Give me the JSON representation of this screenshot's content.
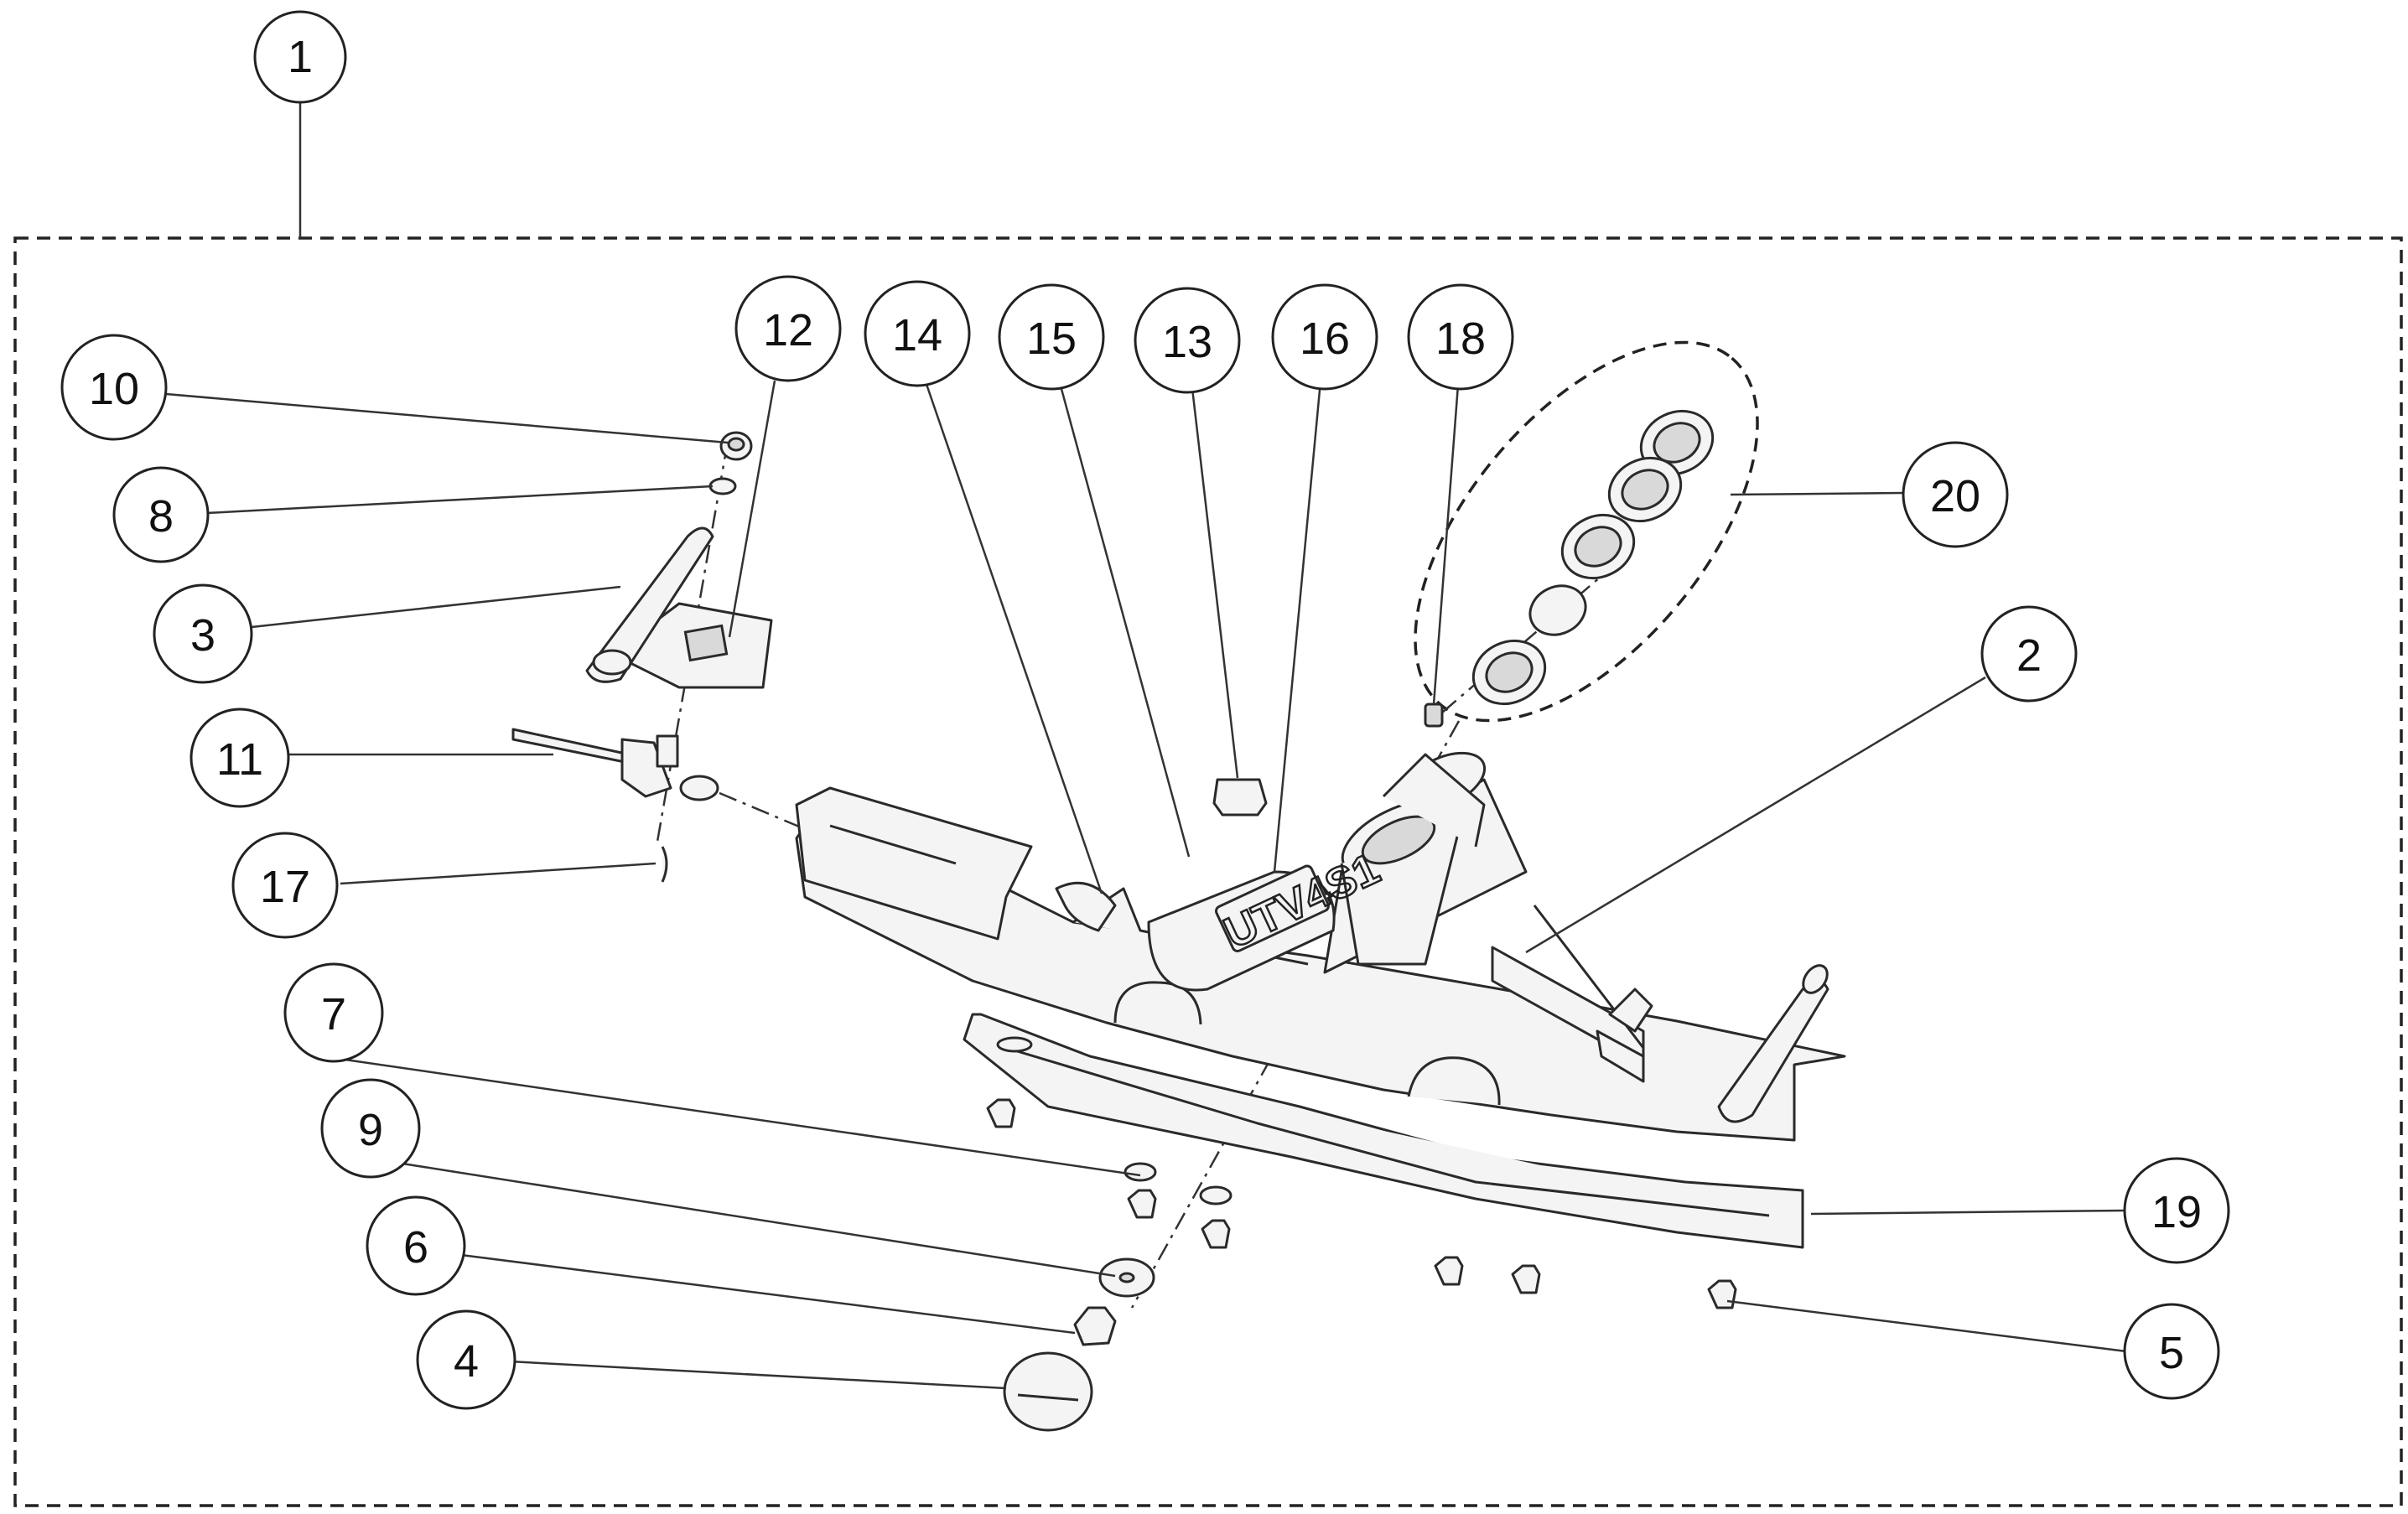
{
  "diagram": {
    "assembly_label": "1",
    "callouts": [
      {
        "id": "1",
        "label": "1"
      },
      {
        "id": "2",
        "label": "2"
      },
      {
        "id": "3",
        "label": "3"
      },
      {
        "id": "4",
        "label": "4"
      },
      {
        "id": "5",
        "label": "5"
      },
      {
        "id": "6",
        "label": "6"
      },
      {
        "id": "7",
        "label": "7"
      },
      {
        "id": "8",
        "label": "8"
      },
      {
        "id": "9",
        "label": "9"
      },
      {
        "id": "10",
        "label": "10"
      },
      {
        "id": "11",
        "label": "11"
      },
      {
        "id": "12",
        "label": "12"
      },
      {
        "id": "13",
        "label": "13"
      },
      {
        "id": "14",
        "label": "14"
      },
      {
        "id": "15",
        "label": "15"
      },
      {
        "id": "16",
        "label": "16"
      },
      {
        "id": "17",
        "label": "17"
      },
      {
        "id": "18",
        "label": "18"
      },
      {
        "id": "19",
        "label": "19"
      },
      {
        "id": "20",
        "label": "20"
      }
    ],
    "frame_embossing": "UTV4S1",
    "colors": {
      "line": "#222222",
      "part_fill": "#f4f4f4",
      "background": "#ffffff"
    }
  }
}
